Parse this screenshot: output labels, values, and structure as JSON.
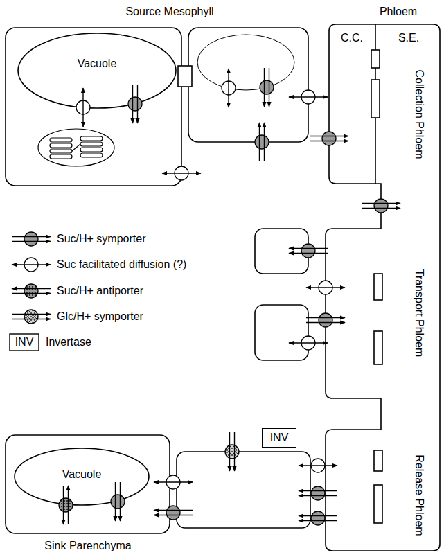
{
  "diagram": {
    "nodes": [
      {
        "text": [
          "Vacuole"
        ]
      },
      {
        "text": [
          "INV"
        ]
      },
      {
        "text": [
          "Vacuole"
        ]
      }
    ],
    "labels": [
      "Source Mesophyll",
      "Phloem",
      "C.C.",
      "S.E.",
      "Collection Phloem",
      "Transport Phloem",
      "Release Phloem",
      "INV",
      "Sink Parenchyma"
    ],
    "legend": [
      {
        "text": "Suc/H+ symporter"
      },
      {
        "text": "Suc facilitated diffusion (?)"
      },
      {
        "text": "Suc/H+ antiporter"
      },
      {
        "text": "Glc/H+ symporter"
      },
      {
        "text": "Invertase"
      }
    ]
  }
}
